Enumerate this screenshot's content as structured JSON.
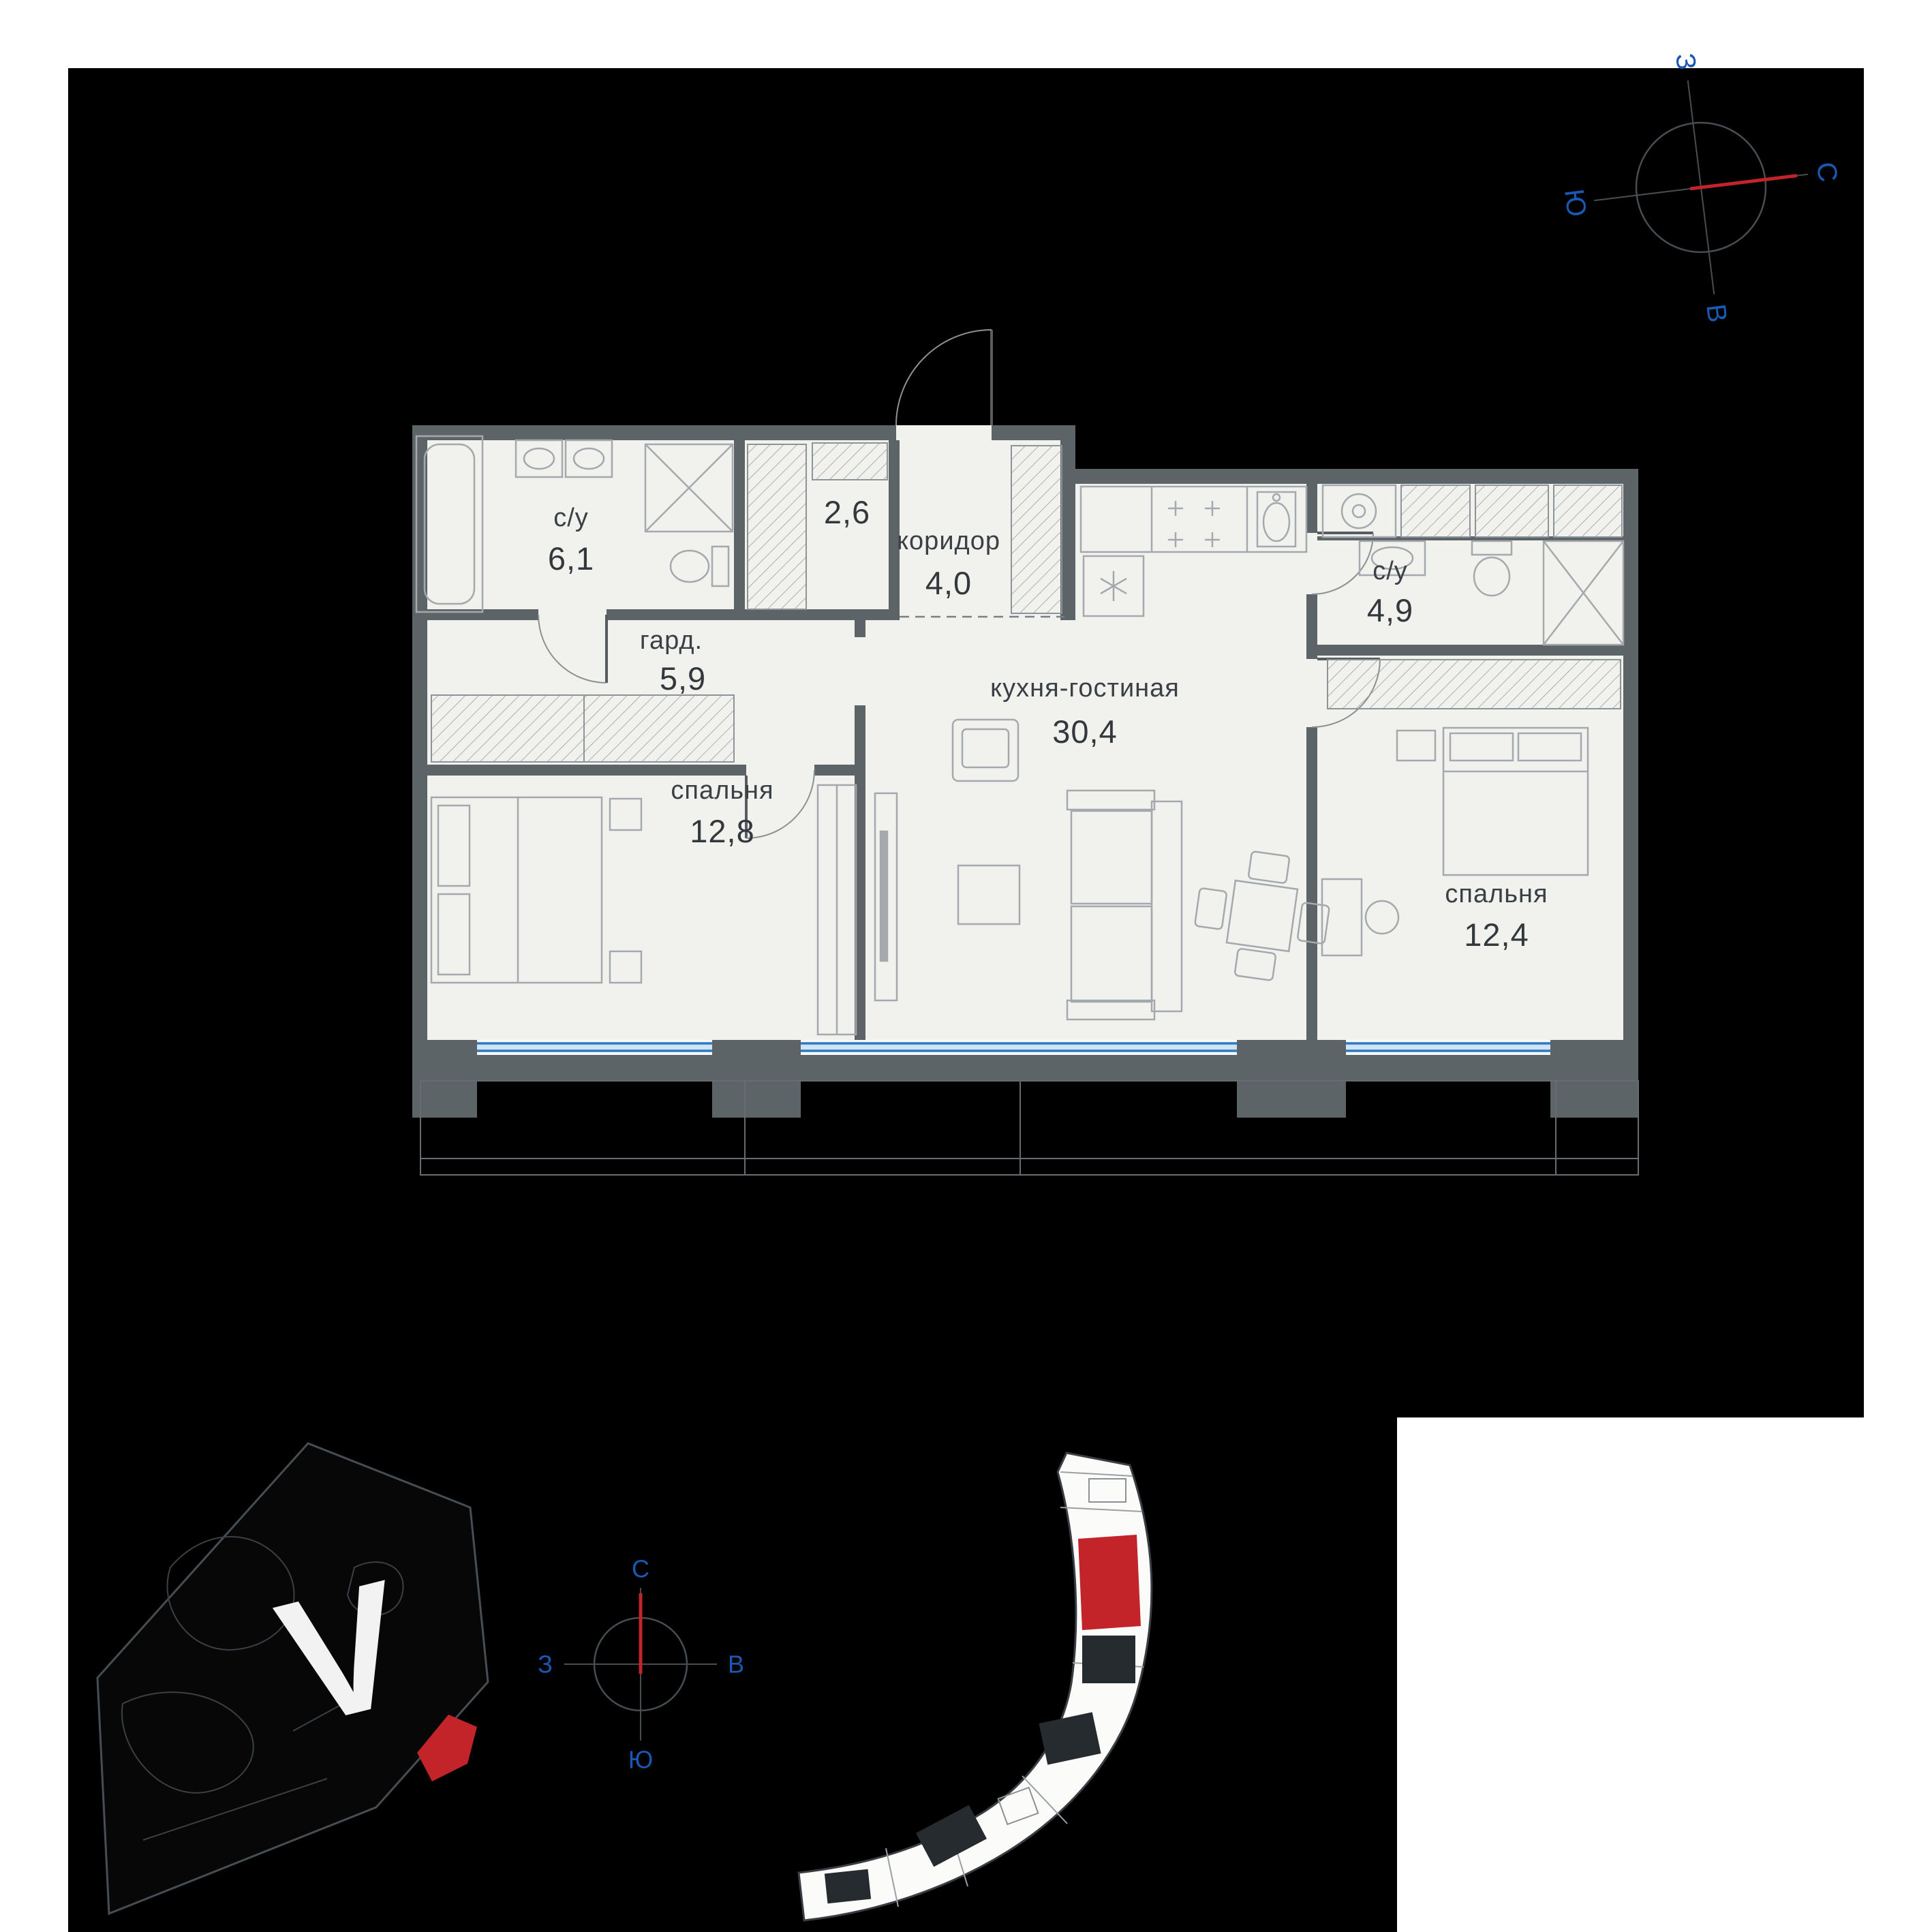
{
  "floorplan": {
    "rooms": [
      {
        "name": "с/у",
        "area": "6,1"
      },
      {
        "name": "",
        "area": "2,6"
      },
      {
        "name": "коридор",
        "area": "4,0"
      },
      {
        "name": "гард.",
        "area": "5,9"
      },
      {
        "name": "спальня",
        "area": "12,8"
      },
      {
        "name": "кухня-гостиная",
        "area": "30,4"
      },
      {
        "name": "с/у",
        "area": "4,9"
      },
      {
        "name": "спальня",
        "area": "12,4"
      }
    ]
  },
  "compass": {
    "north": "С",
    "south": "Ю",
    "west": "З",
    "east": "В"
  },
  "site": {
    "logo": "V"
  },
  "colors": {
    "canvas": "#000000",
    "floor": "#f1f1ee",
    "wall": "#5d6468",
    "window_blue": "#2e7ac1",
    "window_fill": "#cfe3f5",
    "accent_red": "#c2242a",
    "compass_blue": "#1a58b6",
    "label_text": "#3a4045"
  }
}
